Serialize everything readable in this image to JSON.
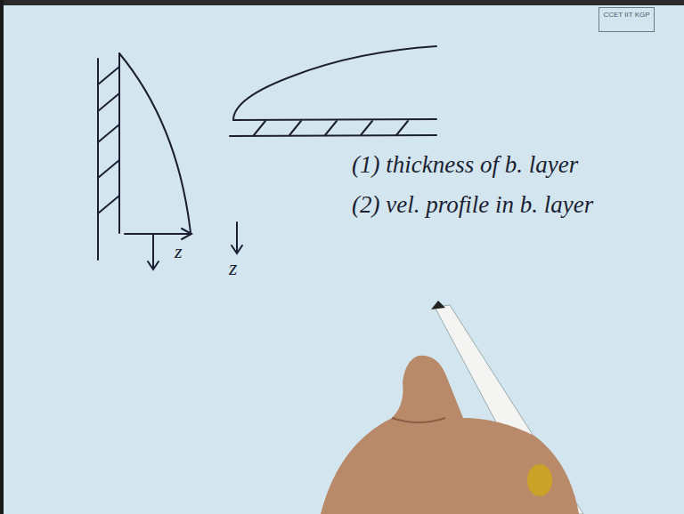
{
  "diagram": {
    "nodes": [
      {
        "text": [
          "CCET IIT KGP"
        ]
      }
    ],
    "labels": [
      "(1) thickness of b. layer",
      "(2) vel. profile in b. layer",
      "z",
      "z"
    ]
  }
}
